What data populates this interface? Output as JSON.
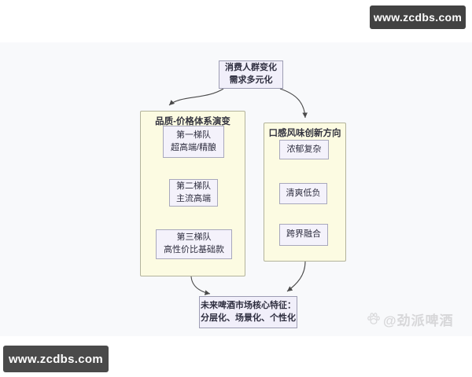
{
  "watermarks": {
    "site_badge_top": "www.zcdbs.com",
    "site_badge_bottom": "www.zcdbs.com",
    "brand": "@劲派啤酒"
  },
  "colors": {
    "group_fill": "#fcfbe2",
    "group_border": "#b3b39b",
    "node_fill": "#f1effa",
    "node_border": "#9d9db3",
    "badge_bg": "#424242",
    "arrow": "#4a4a4a",
    "watermark": "#d7d7d9"
  },
  "diagram": {
    "root": {
      "lines": [
        "消费人群变化",
        "需求多元化"
      ]
    },
    "left_group": {
      "title": "品质-价格体系演变",
      "items": [
        {
          "lines": [
            "第一梯队",
            "超高端/精酿"
          ]
        },
        {
          "lines": [
            "第二梯队",
            "主流高端"
          ]
        },
        {
          "lines": [
            "第三梯队",
            "高性价比基础款"
          ]
        }
      ]
    },
    "right_group": {
      "title": "口感风味创新方向",
      "items": [
        "浓郁复杂",
        "清爽低负",
        "跨界融合"
      ]
    },
    "result": {
      "lines": [
        "未来啤酒市场核心特征：",
        "分层化、场景化、个性化"
      ]
    }
  }
}
